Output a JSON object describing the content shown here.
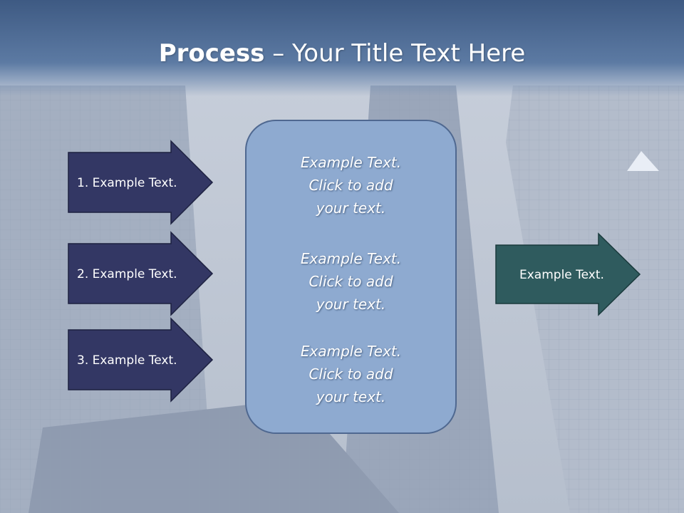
{
  "title": {
    "bold": "Process",
    "rest": " – Your Title Text Here"
  },
  "steps": [
    {
      "label": "1. Example Text."
    },
    {
      "label": "2. Example Text."
    },
    {
      "label": "3. Example Text."
    }
  ],
  "center_box": {
    "blocks": [
      {
        "lines": [
          "Example Text.",
          "Click  to add",
          "your text."
        ]
      },
      {
        "lines": [
          "Example Text.",
          "Click  to add",
          "your text."
        ]
      },
      {
        "lines": [
          "Example Text.",
          "Click  to add",
          "your text."
        ]
      }
    ]
  },
  "output": {
    "label": "Example Text."
  },
  "colors": {
    "title_band": "#4a6790",
    "step_arrow_fill": "#333764",
    "center_box_fill": "#8eaad0",
    "output_arrow_fill": "#2f5b5e"
  }
}
